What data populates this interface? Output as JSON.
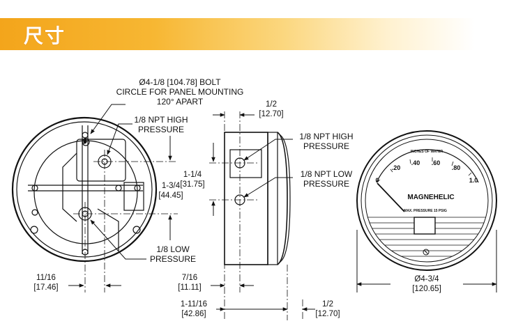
{
  "header": {
    "title": "尺寸"
  },
  "labels": {
    "bolt_circle": [
      "Ø4-1/8 [104.78] BOLT",
      "CIRCLE FOR PANEL MOUNTING",
      "120° APART"
    ],
    "npt_high_back": [
      "1/8 NPT HIGH",
      "PRESSURE"
    ],
    "npt_low_back": [
      "1/8 LOW",
      "PRESSURE"
    ],
    "npt_high_side": [
      "1/8 NPT HIGH",
      "PRESSURE"
    ],
    "npt_low_side": [
      "1/8 NPT LOW",
      "PRESSURE"
    ]
  },
  "dimensions": {
    "spacing_back": [
      "1-3/4",
      "[44.45]"
    ],
    "offset_back": [
      "11/16",
      "[17.46]"
    ],
    "top_half": [
      "1/2",
      "[12.70]"
    ],
    "port_spacing": [
      "1-1/4",
      "[31.75]"
    ],
    "depth_short": [
      "7/16",
      "[11.11]"
    ],
    "depth_total": [
      "1-11/16",
      "[42.86]"
    ],
    "bottom_half": [
      "1/2",
      "[12.70]"
    ],
    "face_diameter": [
      "Ø4-3/4",
      "[120.65]"
    ]
  },
  "gauge": {
    "units": "INCHES OF WATER",
    "scale": [
      "0",
      ".20",
      ".40",
      ".60",
      ".80",
      "1.0"
    ],
    "brand": "MAGNEHELIC",
    "max_pressure": "MAX. PRESSURE 15 PSIG"
  }
}
